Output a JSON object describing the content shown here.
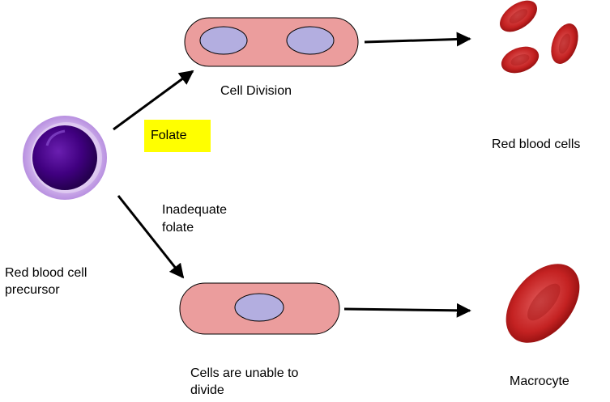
{
  "labels": {
    "precursor": [
      "Red blood cell",
      "precursor"
    ],
    "cell_division": "Cell Division",
    "folate": "Folate",
    "inadequate": [
      "Inadequate",
      "folate"
    ],
    "red_blood_cells": "Red blood cells",
    "unable": [
      "Cells are unable to",
      "divide"
    ],
    "macrocyte": "Macrocyte"
  },
  "colors": {
    "cell_body": "#eb9d9d",
    "nucleus": "#b3aee0",
    "precursor_halo": "#c8a2e8",
    "precursor_core": "#400080",
    "rbc": "#c82a2a",
    "folate_highlight": "#ffff00"
  }
}
